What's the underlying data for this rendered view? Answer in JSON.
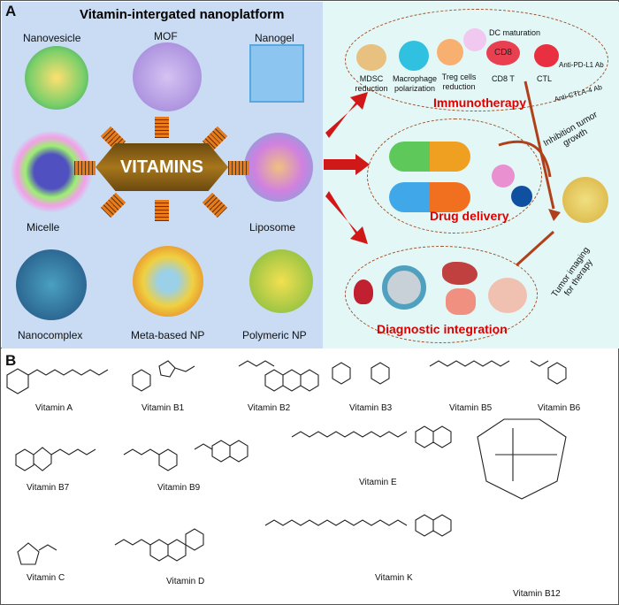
{
  "panel_a": {
    "label": "A",
    "title": "Vitamin-intergated nanoplatform",
    "center": "VITAMINS",
    "nanoplatforms": [
      "Nanovesicle",
      "MOF",
      "Nanogel",
      "Micelle",
      "Liposome",
      "Nanocomplex",
      "Meta-based NP",
      "Polymeric NP"
    ],
    "immunotherapy": {
      "title": "Immunotherapy",
      "dc": "DC maturation",
      "cd8_cell": "CD8",
      "items": [
        "MDSC reduction",
        "Macrophage polarization",
        "Treg cells reduction",
        "CD8 T",
        "CTL"
      ],
      "antibodies": [
        "Anti-PD-L1 Ab",
        "Anti-CTLA-4 Ab"
      ]
    },
    "drug_delivery": "Drug delivery",
    "diagnostic": "Diagnostic integration",
    "inhibition": "Inhibition tumor growth",
    "imaging": "Tumor imaging for therapy"
  },
  "panel_b": {
    "label": "B",
    "vitamins": [
      "Vitamin A",
      "Vitamin B1",
      "Vitamin B2",
      "Vitamin B3",
      "Vitamin B5",
      "Vitamin B6",
      "Vitamin B7",
      "Vitamin B9",
      "Vitamin E",
      "Vitamin B12",
      "Vitamin C",
      "Vitamin D",
      "Vitamin K"
    ]
  },
  "colors": {
    "left_bg": "#c9dcf3",
    "right_bg": "#e3f8f6",
    "accent_red": "#dd0000",
    "arrow_red": "#d01818"
  }
}
